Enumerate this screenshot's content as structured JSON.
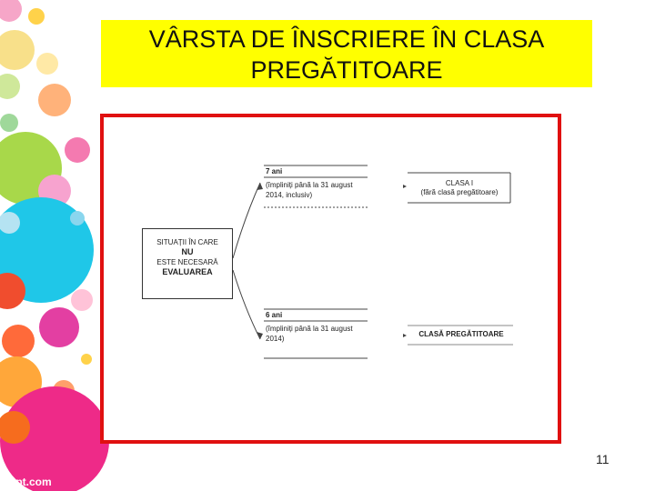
{
  "title": {
    "line1": "VÂRSTA DE ÎNSCRIERE ÎN CLASA",
    "line2": "PREGĂTITOARE"
  },
  "diagram": {
    "situation": {
      "line1": "SITUAȚII ÎN CARE",
      "line2": "NU",
      "line3": "ESTE NECESARĂ",
      "line4": "EVALUAREA"
    },
    "age_top": {
      "header": "7 ani",
      "line1": "(împliniți până la 31 august",
      "line2": "2014, inclusiv)"
    },
    "age_bottom": {
      "header": "6 ani",
      "line1": "(împliniți până la 31 august",
      "line2": "2014)"
    },
    "dest_top": {
      "line1": "CLASA I",
      "line2": "(fără clasă pregătitoare)"
    },
    "dest_bottom": {
      "line1": "CLASĂ PREGĂTITOARE"
    }
  },
  "page_number": "11",
  "logo": "fppt.com",
  "colors": {
    "title_bg": "#ffff00",
    "frame_border": "#e01010"
  }
}
